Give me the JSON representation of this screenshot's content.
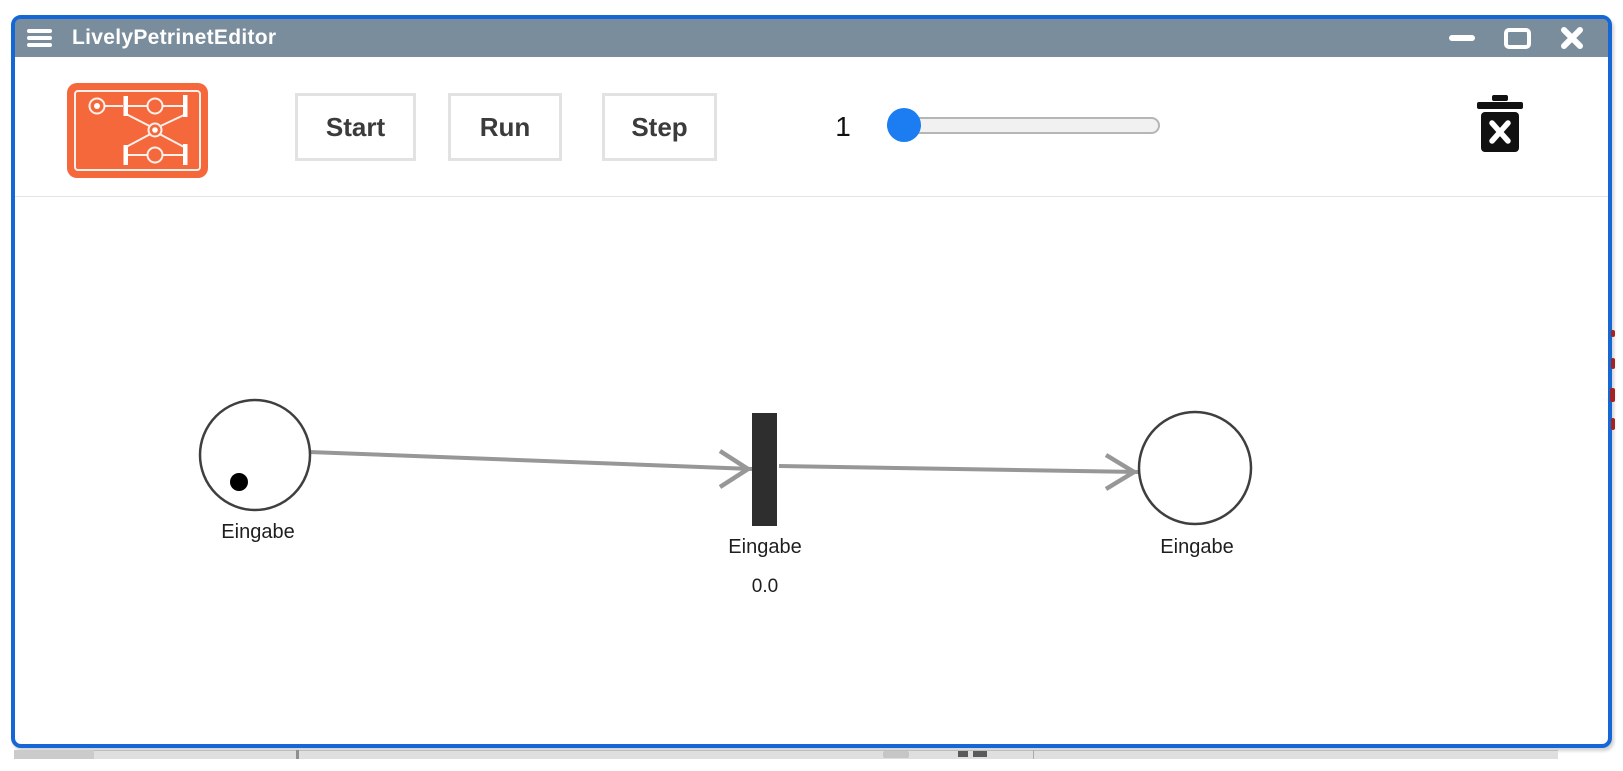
{
  "window": {
    "title": "LivelyPetrinetEditor",
    "icons": {
      "menu": "hamburger-menu-icon",
      "minimize": "minimize-icon",
      "maximize": "maximize-icon",
      "close": "close-icon"
    }
  },
  "toolbar": {
    "logo": "petrinet-app-logo",
    "buttons": [
      {
        "label": "Start"
      },
      {
        "label": "Run"
      },
      {
        "label": "Step"
      }
    ],
    "slider": {
      "value": "1"
    },
    "trash": "clear-trash-icon"
  },
  "petrinet": {
    "place_input": {
      "label": "Eingabe",
      "tokens": 1
    },
    "transition": {
      "label": "Eingabe",
      "value": "0.0"
    },
    "place_output": {
      "label": "Eingabe",
      "tokens": 0
    }
  },
  "colors": {
    "window_border": "#1667d6",
    "titlebar": "#7a8d9d",
    "logo_orange": "#f4683c",
    "slider_thumb": "#1c7cf2",
    "transition_fill": "#2e2e2e",
    "edge_gray": "#979797"
  }
}
